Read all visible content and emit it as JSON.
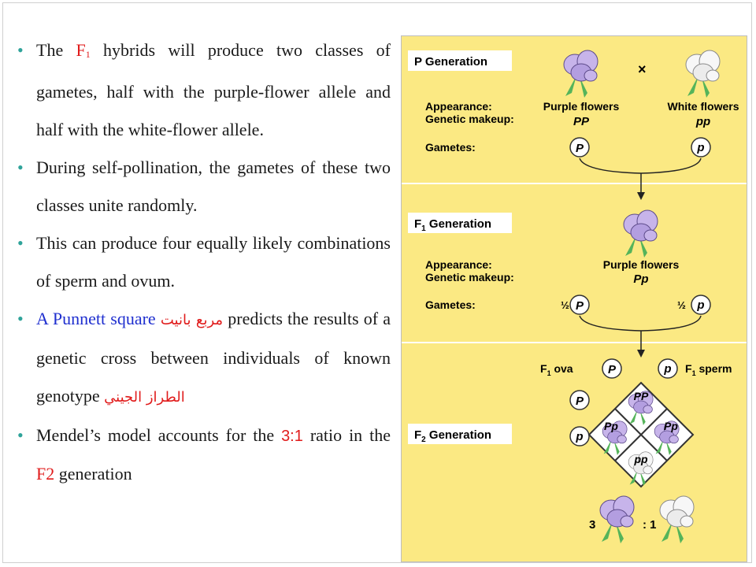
{
  "bullets": [
    {
      "pre": "The ",
      "f": "F",
      "sub": "1",
      "post": " hybrids will produce two classes of gametes, half with the purple-flower allele and half with the white-flower allele."
    },
    {
      "text": "During self-pollination, the gametes of these two classes unite randomly."
    },
    {
      "text": "This can produce four equally likely combinations of sperm and ovum."
    },
    {
      "blue": "A Punnett square",
      "arabic": "مربع بانيت",
      "post": " predicts the results of a genetic cross between individuals of known genotype ",
      "arabic2": "الطراز الجيني"
    },
    {
      "pre": "Mendel’s model accounts for the ",
      "ratio": "3:1",
      "mid": " ratio in the ",
      "f2": "F2",
      "post": " generation"
    }
  ],
  "diagram": {
    "p_generation": "P Generation",
    "cross_symbol": "×",
    "appearance_label": "Appearance:",
    "makeup_label": "Genetic makeup:",
    "gametes_label": "Gametes:",
    "p_left_appearance": "Purple flowers",
    "p_left_genotype": "PP",
    "p_right_appearance": "White flowers",
    "p_right_genotype": "pp",
    "gamete_P": "P",
    "gamete_p": "p",
    "f1_generation_F": "F",
    "f1_generation_sub": "1",
    "f1_generation_rest": " Generation",
    "f1_appearance": "Purple flowers",
    "f1_genotype": "Pp",
    "half": "½",
    "f1_ova": "F",
    "f1_ova_rest": " ova",
    "f1_sperm": "F",
    "f1_sperm_rest": " sperm",
    "f2_generation_F": "F",
    "f2_generation_sub": "2",
    "f2_generation_rest": " Generation",
    "cell_PP": "PP",
    "cell_Pp_left": "Pp",
    "cell_Pp_right": "Pp",
    "cell_pp": "pp",
    "ratio_3": "3",
    "ratio_colon1": ": 1",
    "colors": {
      "panel": "#fbe983",
      "purple": "#c7b4ea",
      "purple_dark": "#8a73bd",
      "white_flower": "#f7f7f7",
      "leaf": "#55b45a",
      "ratio_red": "#e01b1b",
      "bullet": "#2fa39a",
      "blue": "#1f2fcf"
    }
  }
}
